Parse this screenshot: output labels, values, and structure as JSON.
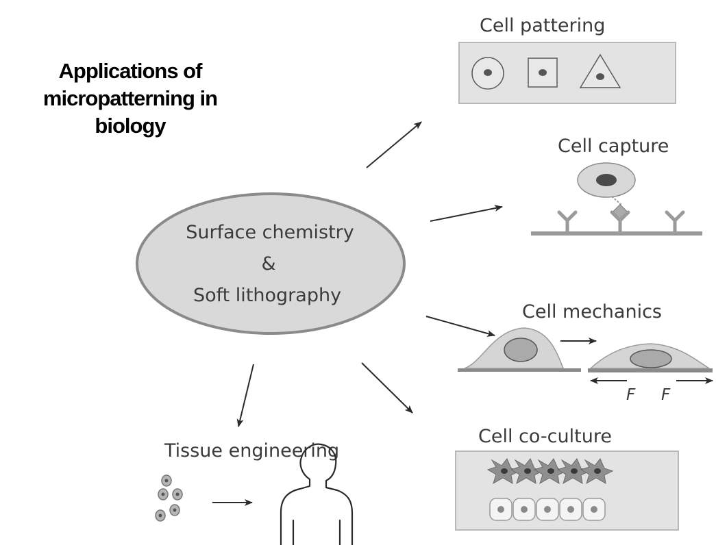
{
  "title": {
    "lines": [
      "Applications of",
      "micropatterning in",
      "biology"
    ]
  },
  "center": {
    "line1": "Surface chemistry",
    "line2": "&",
    "line3": "Soft lithography"
  },
  "applications": {
    "cell_pattering": "Cell pattering",
    "cell_capture": "Cell capture",
    "cell_mechanics": "Cell mechanics",
    "cell_coculture": "Cell co-culture",
    "tissue_engineering": "Tissue engineering"
  },
  "force_label": "F",
  "colors": {
    "panel": "#e3e3e3",
    "panel_border": "#b8b8b8",
    "ellipse_fill": "#d9d9d9",
    "ellipse_stroke": "#8a8a8a",
    "line": "#2a2a2a",
    "substrate": "#9a9a9a"
  }
}
